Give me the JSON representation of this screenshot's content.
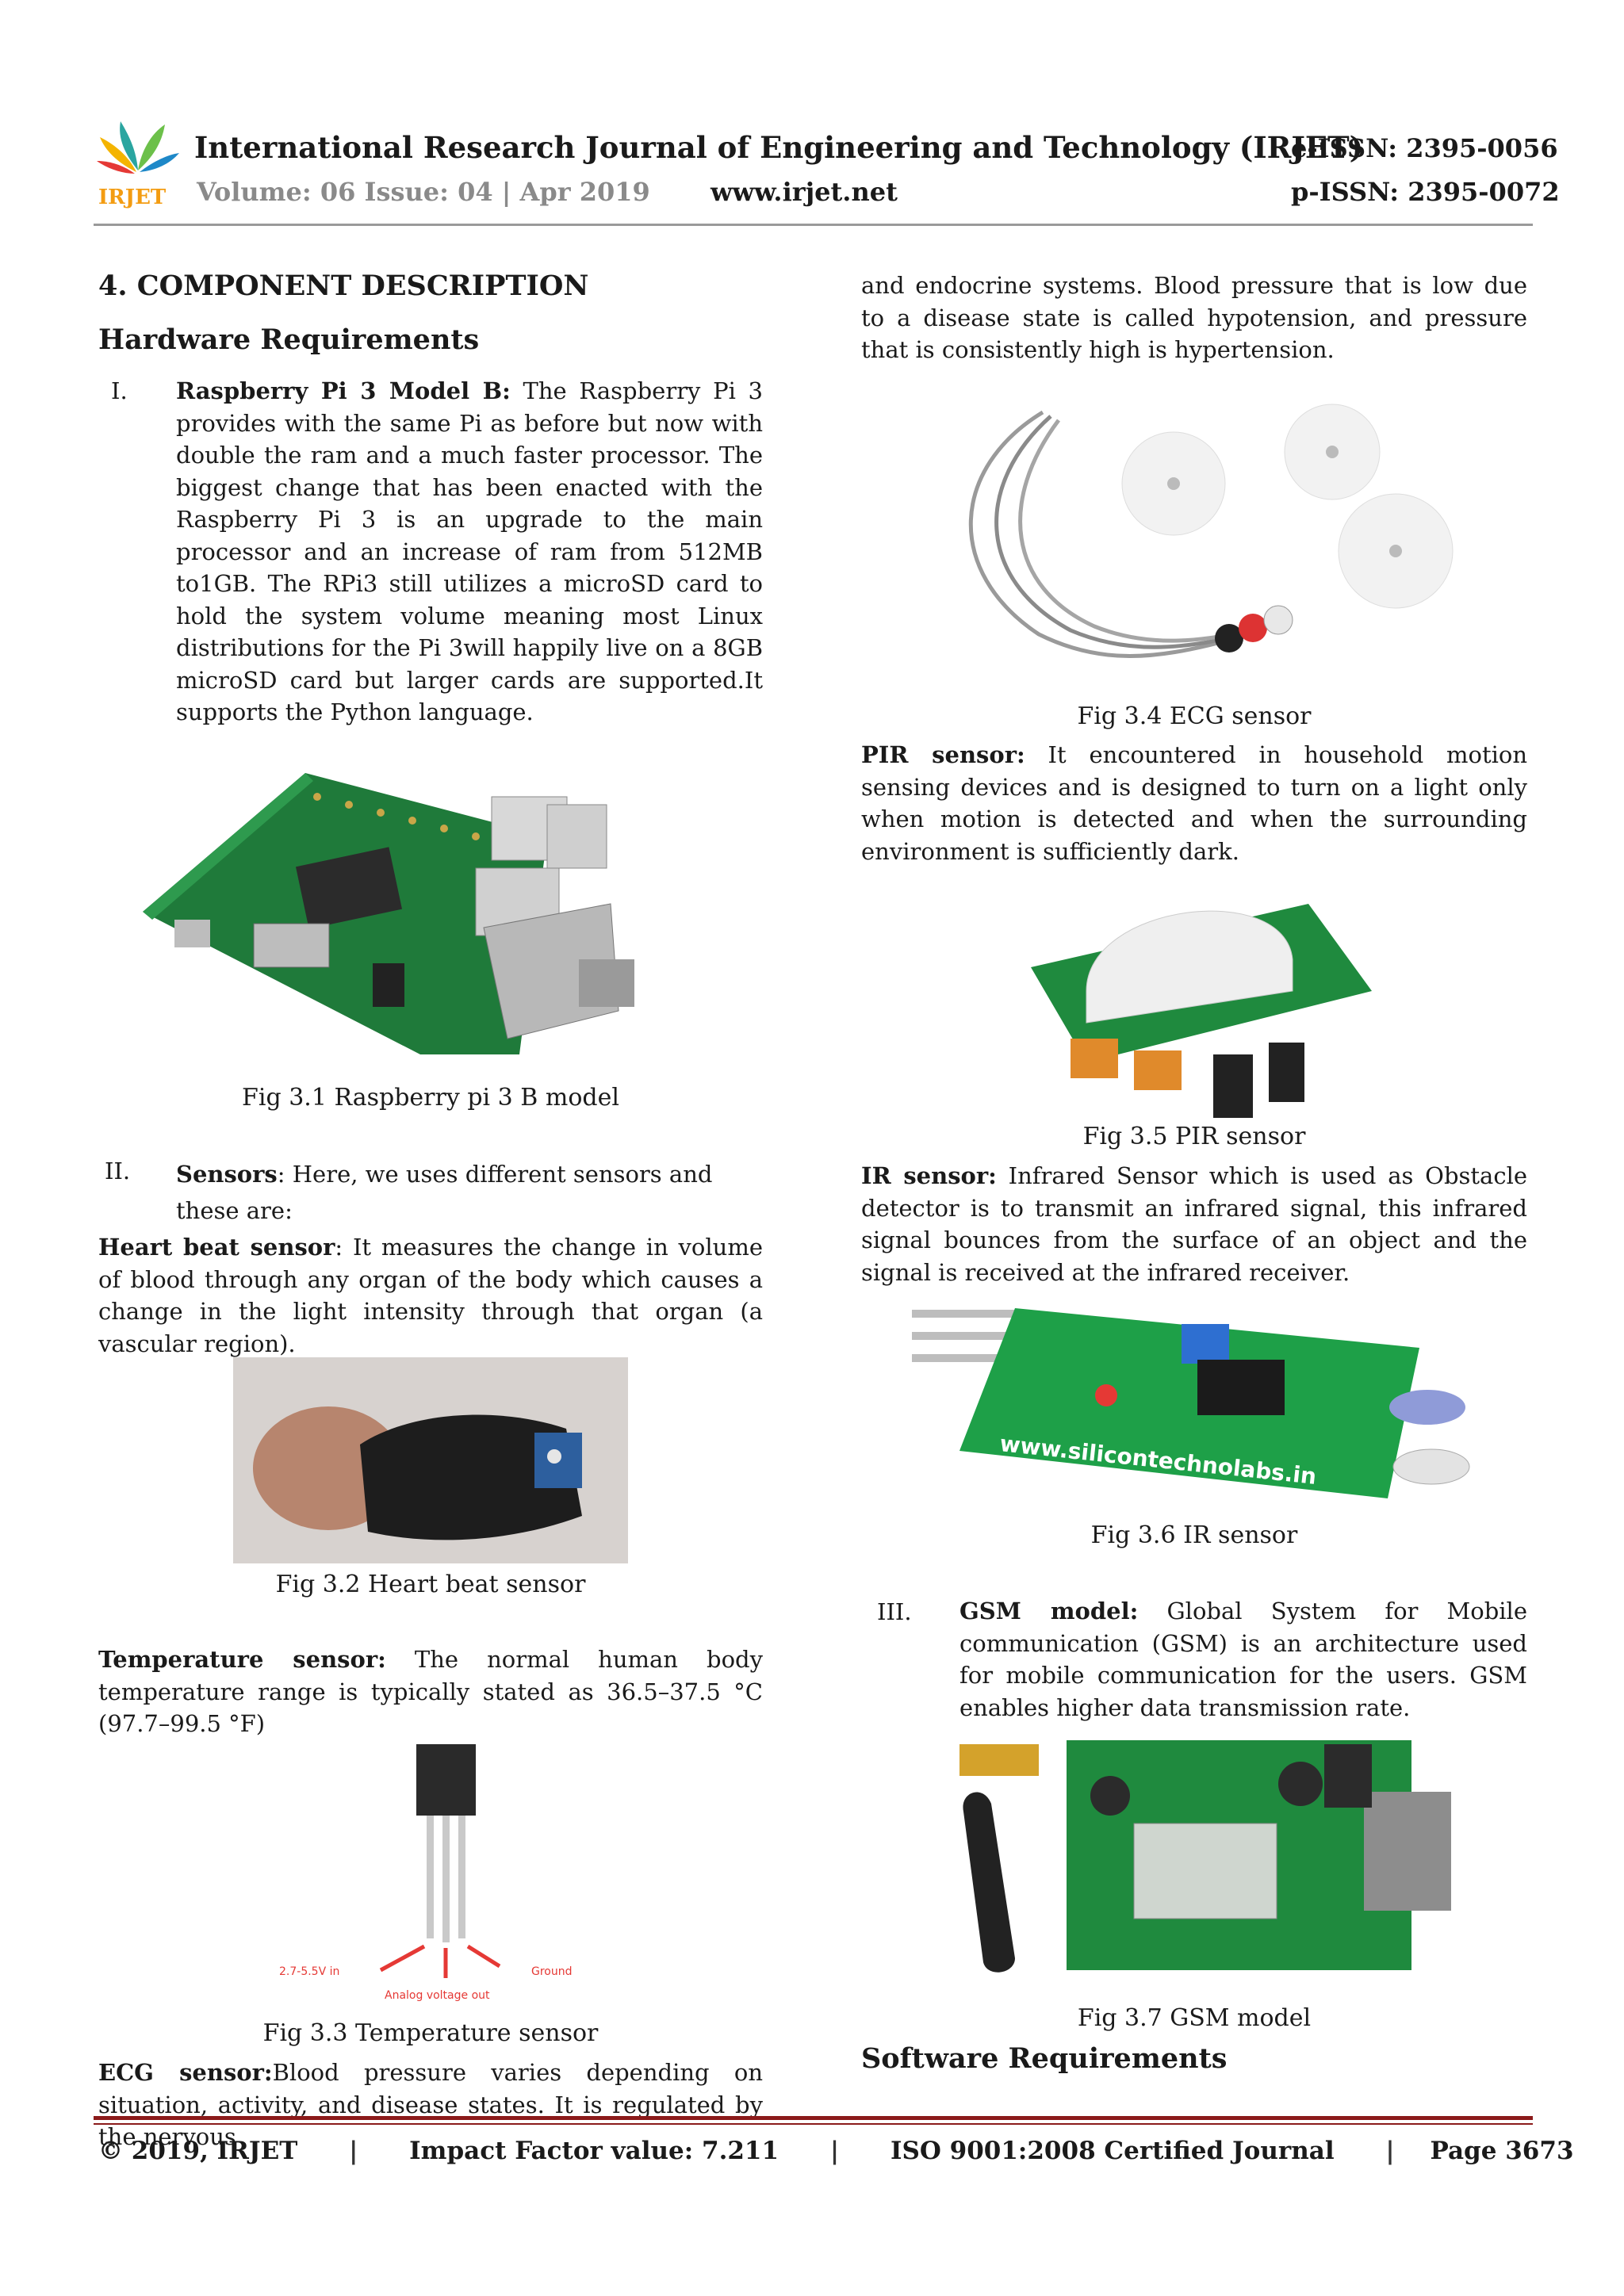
{
  "header": {
    "journal_title": "International Research Journal of Engineering and Technology (IRJET)",
    "e_issn": "e-ISSN: 2395-0056",
    "volume_issue": "Volume: 06 Issue: 04 | Apr 2019",
    "website": "www.irjet.net",
    "p_issn": "p-ISSN: 2395-0072",
    "logo_text": "IRJET"
  },
  "left_column": {
    "section_heading": "4. COMPONENT DESCRIPTION",
    "subsection_heading": "Hardware Requirements",
    "item1_numeral": "I.",
    "item1_bold": "Raspberry Pi 3 Model B:",
    "item1_text": "The Raspberry Pi 3 provides with the same Pi as before but now with double the ram and a much faster processor. The biggest change that has been enacted with the Raspberry Pi 3 is an upgrade to the main processor and an increase of ram from 512MB to1GB. The RPi3 still utilizes a microSD card to hold the system volume meaning most Linux distributions for the Pi 3will happily live on a 8GB microSD card but larger cards are supported.It supports the Python language.",
    "fig31_caption": "Fig 3.1 Raspberry pi 3 B model",
    "item2_numeral": "II.",
    "item2_bold": "Sensors",
    "item2_text": ": Here, we uses different sensors and these are:",
    "heartbeat_bold": "Heart beat sensor",
    "heartbeat_text": ": It measures the change in volume of blood through any organ of the body which causes a change in the light intensity through that organ (a vascular region).",
    "fig32_caption": "Fig 3.2 Heart beat sensor",
    "temp_bold": "Temperature sensor:",
    "temp_text": "The normal human body temperature range is typically stated as 36.5–37.5 °C (97.7–99.5 °F)",
    "temp_img_label_left": "2.7-5.5V in",
    "temp_img_label_right": "Ground",
    "temp_img_label_bottom": "Analog voltage out",
    "fig33_caption": "Fig 3.3 Temperature sensor",
    "ecg_bold": "ECG sensor:",
    "ecg_text": "Blood pressure varies depending on situation, activity, and disease states. It is regulated by the nervous"
  },
  "right_column": {
    "ecg_continued": "and endocrine systems. Blood pressure that is low due to a disease state is called hypotension, and pressure that is consistently high is hypertension.",
    "fig34_caption": "Fig 3.4 ECG sensor",
    "pir_bold": "PIR sensor:",
    "pir_text": "It encountered in household motion sensing devices and is designed to turn on a light only when motion is detected and when the surrounding environment is sufficiently dark.",
    "fig35_caption": "Fig 3.5 PIR sensor",
    "ir_bold": "IR sensor:",
    "ir_text": "Infrared Sensor which is used as Obstacle detector is to transmit an infrared signal, this infrared signal bounces from the surface of an object and the signal is received at the infrared receiver.",
    "ir_board_text": "www.silicontechnolabs.in",
    "fig36_caption": "Fig 3.6 IR sensor",
    "item3_numeral": "III.",
    "item3_bold": "GSM model:",
    "item3_text": "Global System for Mobile communication (GSM) is an architecture used for mobile communication for the users. GSM enables higher data transmission rate.",
    "fig37_caption": "Fig 3.7 GSM model",
    "software_heading": "Software Requirements"
  },
  "footer": {
    "copyright": "© 2019, IRJET",
    "impact": "Impact Factor value: 7.211",
    "iso": "ISO 9001:2008 Certified Journal",
    "page": "Page 3673",
    "separator": "|"
  }
}
